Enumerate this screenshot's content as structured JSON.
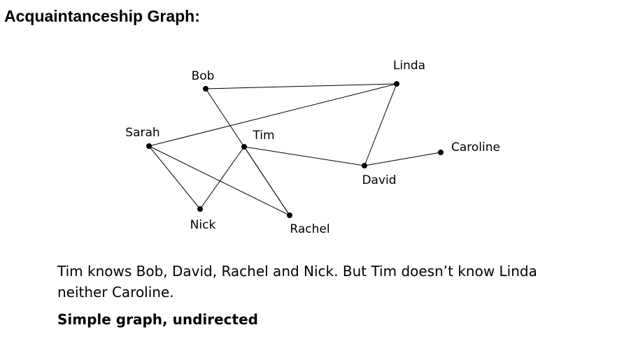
{
  "title": "Acquaintanceship Graph:",
  "graph": {
    "nodes": [
      {
        "id": "bob",
        "label": "Bob"
      },
      {
        "id": "linda",
        "label": "Linda"
      },
      {
        "id": "sarah",
        "label": "Sarah"
      },
      {
        "id": "tim",
        "label": "Tim"
      },
      {
        "id": "caroline",
        "label": "Caroline"
      },
      {
        "id": "david",
        "label": "David"
      },
      {
        "id": "nick",
        "label": "Nick"
      },
      {
        "id": "rachel",
        "label": "Rachel"
      }
    ],
    "edges": [
      [
        "bob",
        "linda"
      ],
      [
        "bob",
        "rachel"
      ],
      [
        "sarah",
        "linda"
      ],
      [
        "sarah",
        "nick"
      ],
      [
        "sarah",
        "rachel"
      ],
      [
        "tim",
        "nick"
      ],
      [
        "tim",
        "rachel"
      ],
      [
        "tim",
        "david"
      ],
      [
        "linda",
        "david"
      ],
      [
        "david",
        "caroline"
      ]
    ]
  },
  "caption": "Tim knows Bob, David, Rachel and Nick. But Tim doesn’t know Linda neither Caroline.",
  "subtitle": "Simple graph, undirected"
}
